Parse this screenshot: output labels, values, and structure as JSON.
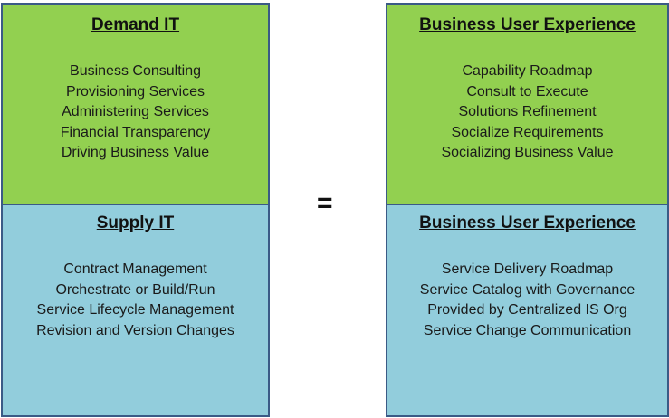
{
  "left": {
    "top": {
      "title": "Demand IT",
      "items": [
        "Business Consulting",
        "Provisioning Services",
        "Administering Services",
        "Financial Transparency",
        "Driving Business Value"
      ]
    },
    "bottom": {
      "title": "Supply IT",
      "items": [
        "Contract Management",
        "Orchestrate or Build/Run",
        "Service Lifecycle Management",
        "Revision and Version Changes"
      ]
    }
  },
  "equals": "=",
  "right": {
    "top": {
      "title": "Business User Experience",
      "items": [
        "Capability Roadmap",
        "Consult to Execute",
        "Solutions Refinement",
        "Socialize Requirements",
        "Socializing Business Value"
      ]
    },
    "bottom": {
      "title": "Business User Experience",
      "items": [
        "Service Delivery Roadmap",
        "Service Catalog with Governance",
        "Provided by Centralized IS Org",
        "Service Change Communication"
      ]
    }
  },
  "colors": {
    "green": "#92d050",
    "blue": "#92cddc",
    "border": "#3b5a86"
  }
}
